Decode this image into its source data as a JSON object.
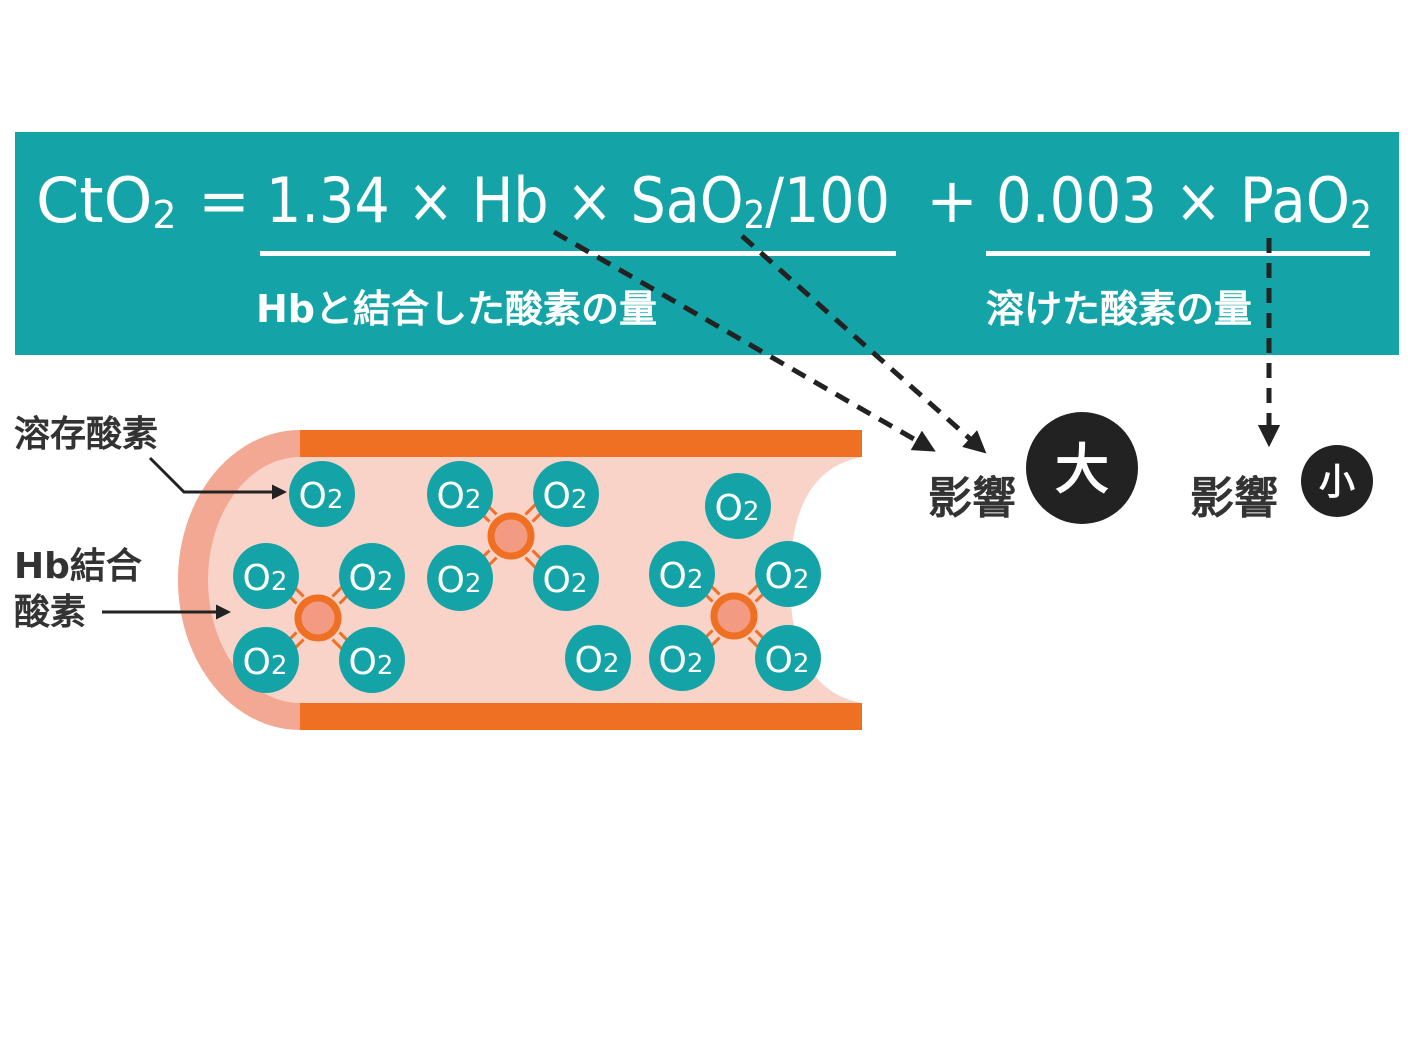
{
  "colors": {
    "teal": "#14a4a8",
    "orange": "#f07023",
    "vessel_fill": "#f9d2c8",
    "vessel_wall": "#f2a892",
    "hb_fill": "#f39a83",
    "dark": "#222222",
    "text": "#333333"
  },
  "formula": {
    "lhs": "CtO",
    "lhs_sub": "2",
    "equals": "=",
    "term1": {
      "a": "1.34 × Hb × SaO",
      "a_sub": "2",
      "b": "/100"
    },
    "plus": "+",
    "term2": {
      "a": "0.003 × PaO",
      "a_sub": "2"
    },
    "caption_hb": "Hbと結合した酸素の量",
    "caption_dissolved": "溶けた酸素の量"
  },
  "effects": {
    "large": {
      "label": "影響",
      "badge": "大"
    },
    "small": {
      "label": "影響",
      "badge": "小"
    }
  },
  "labels": {
    "dissolved_oxygen": "溶存酸素",
    "hb_bound_line1": "Hb結合",
    "hb_bound_line2": "酸素"
  },
  "molecule": {
    "main": "O",
    "sub": "2"
  },
  "icons": {
    "arrow": "dashed-arrow-icon",
    "hemoglobin": "hemoglobin-icon"
  }
}
